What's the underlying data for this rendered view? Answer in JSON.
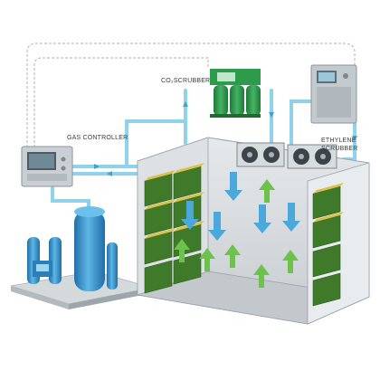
{
  "labels": {
    "gas_controller": "GAS CONTROLLER",
    "co2_scrubber": "CO₂SCRUBBER",
    "ethylene_line1": "ETHYLENE",
    "ethylene_line2": "SCRUBBER"
  },
  "colors": {
    "pipe": "#8fd3ea",
    "pipe_dark": "#3aa6cf",
    "scrubber_green": "#2e9a4c",
    "controller_grey": "#c9cfd4",
    "room_wall": "#d8dcdf",
    "room_floor": "#c2c8cc",
    "arrow_cold": "#4aa8dc",
    "arrow_warm": "#6cc24a",
    "crate_green": "#3f7a2a",
    "fruit": "#d9c24a",
    "tank_blue": "#3b9bd6"
  },
  "icons": [
    "gas-controller-icon",
    "co2-scrubber-icon",
    "ethylene-scrubber-icon",
    "evaporator-fan-icon",
    "nitrogen-generator-icon",
    "airflow-arrow-icon"
  ]
}
